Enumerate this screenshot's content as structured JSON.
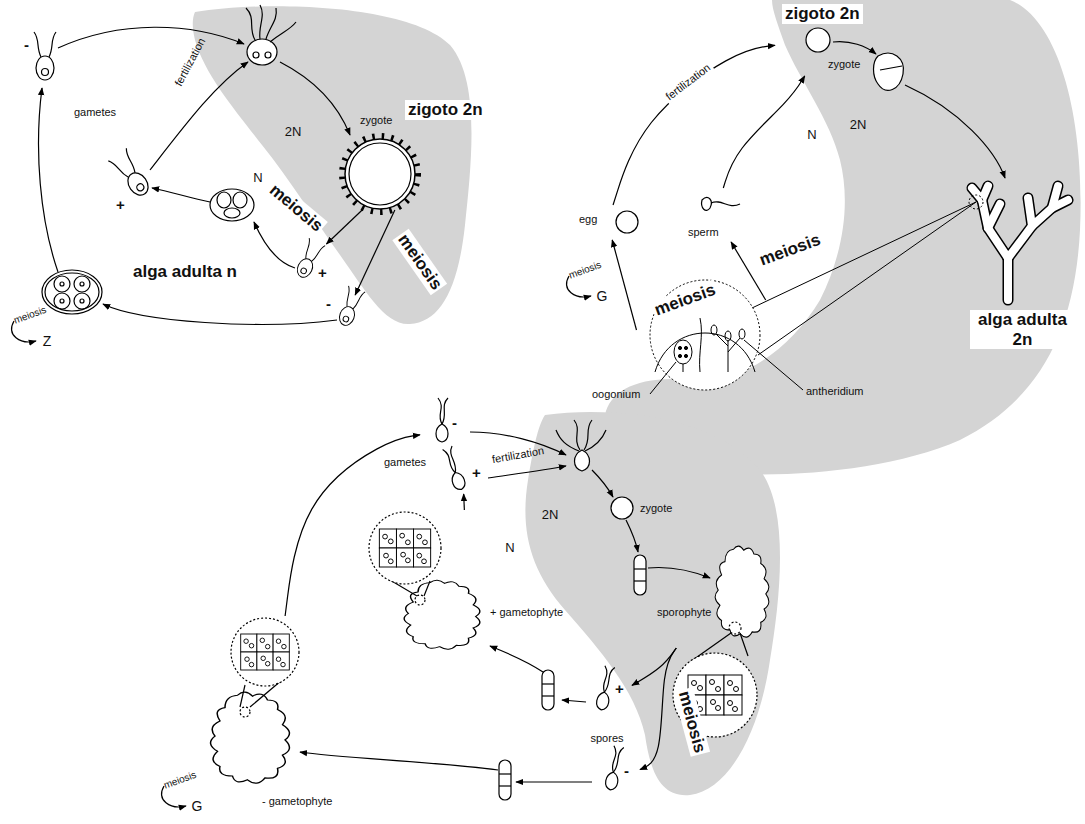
{
  "diagram": {
    "nodes": [
      {
        "text": [
          "zygote",
          "zigoto 2n"
        ]
      },
      {
        "text": [
          "+"
        ]
      },
      {
        "text": [
          "-"
        ]
      },
      {
        "text": [
          "+"
        ]
      },
      {
        "text": [
          "-"
        ]
      },
      {
        "text": [
          "zigoto 2n",
          "zygote"
        ]
      },
      {
        "text": [
          "egg"
        ]
      },
      {
        "text": [
          "sperm"
        ]
      },
      {
        "text": [
          "oogonium"
        ]
      },
      {
        "text": [
          "antheridium"
        ]
      },
      {
        "text": [
          "alga adulta 2n"
        ]
      },
      {
        "text": [
          "-"
        ]
      },
      {
        "text": [
          "+"
        ]
      },
      {
        "text": [
          "zygote"
        ]
      },
      {
        "text": [
          "sporophyte"
        ]
      },
      {
        "text": [
          "+"
        ]
      },
      {
        "text": [
          "-"
        ]
      },
      {
        "text": [
          "+ gametophyte"
        ]
      },
      {
        "text": [
          "- gametophyte"
        ]
      }
    ],
    "edges": [
      {
        "from": 0,
        "to": 1,
        "arrow": "to",
        "label": "meiosis"
      },
      {
        "from": 0,
        "to": 2,
        "arrow": "to",
        "label": "meiosis"
      },
      {
        "from": 6,
        "to": 5,
        "arrow": "to",
        "label": "fertilization"
      },
      {
        "from": 7,
        "to": 5,
        "arrow": "to"
      },
      {
        "from": 8,
        "to": 6,
        "arrow": "to",
        "label": "meiosis"
      },
      {
        "from": 9,
        "to": 7,
        "arrow": "to",
        "label": "meiosis"
      },
      {
        "from": 14,
        "to": 15,
        "arrow": "to"
      },
      {
        "from": 14,
        "to": 16,
        "arrow": "to",
        "label": "meiosis"
      },
      {
        "from": 17,
        "to": 12,
        "arrow": "to"
      },
      {
        "from": 18,
        "to": 11,
        "arrow": "to"
      }
    ],
    "labels": [
      "gametes",
      "fertilization",
      "2N",
      "N",
      "alga adulta n",
      "meiosis",
      "Z",
      "N",
      "2N",
      "meiosis",
      "G",
      "gametes",
      "fertilization",
      "2N",
      "N",
      "spores",
      "meiosis",
      "G"
    ]
  }
}
